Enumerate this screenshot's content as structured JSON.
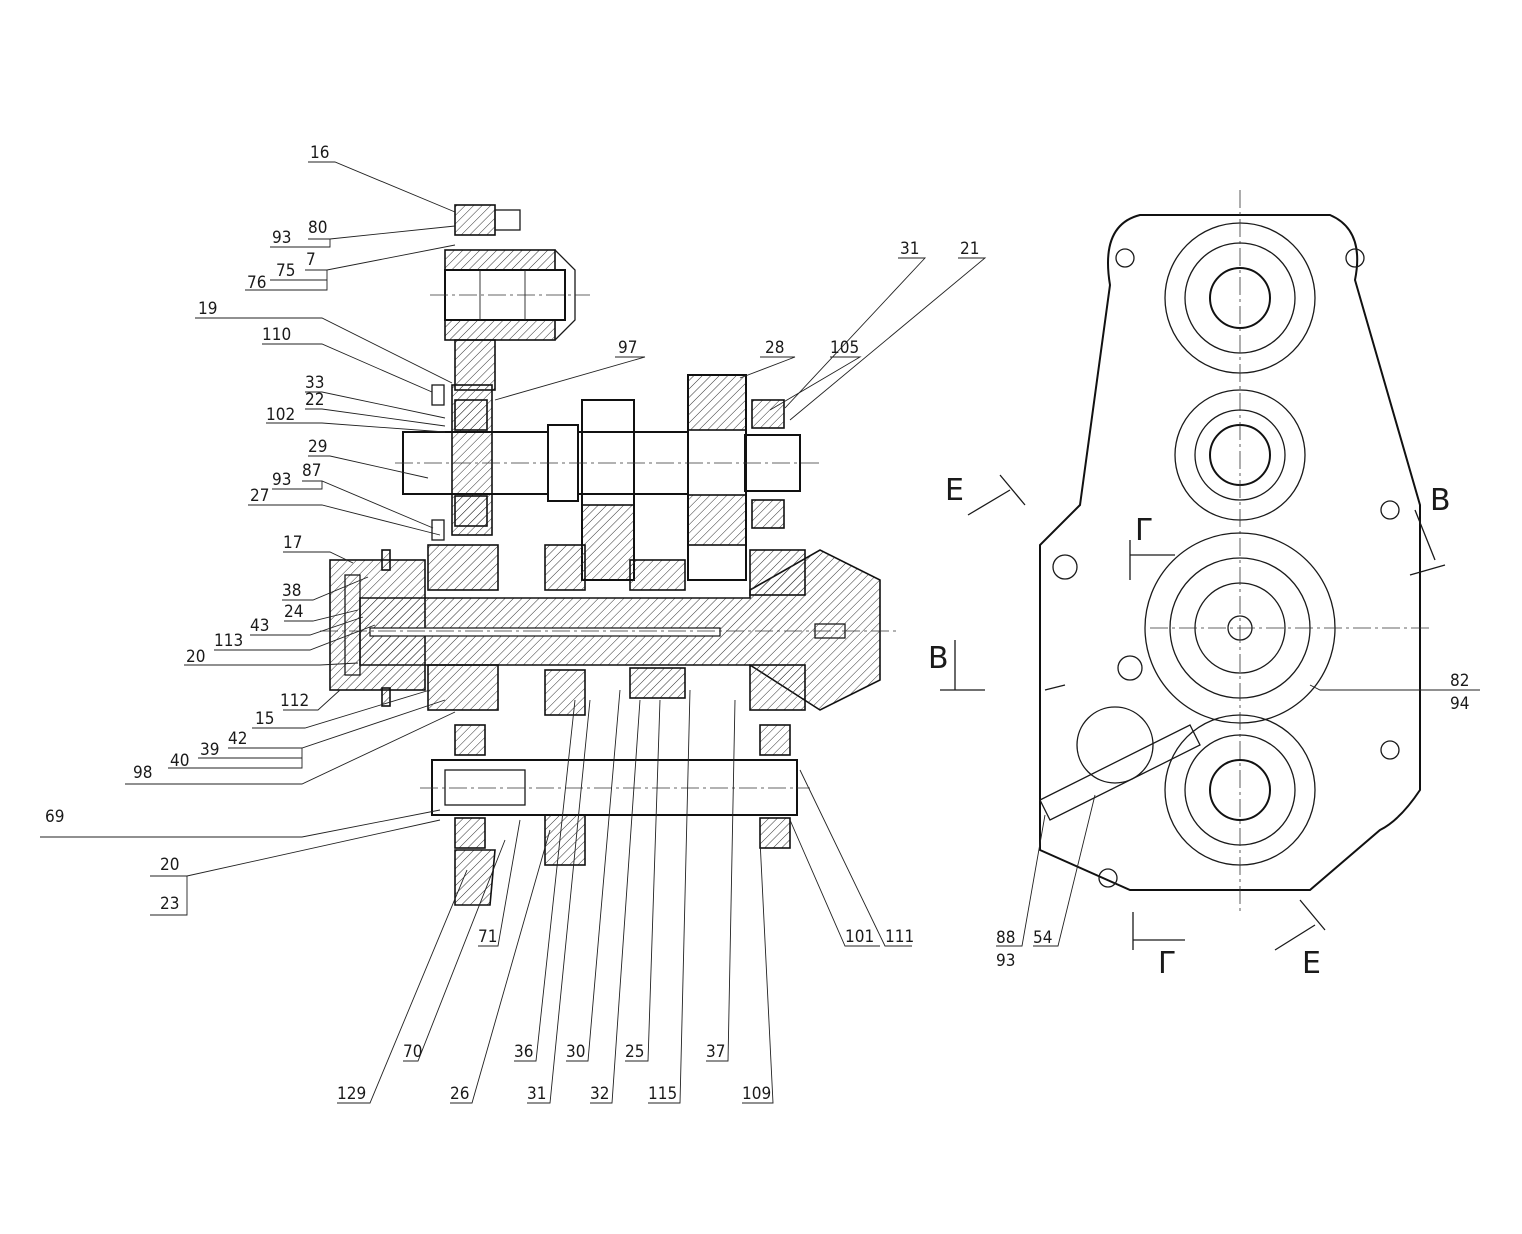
{
  "drawing": {
    "title": "Gearbox assembly drawing",
    "callouts": [
      "16",
      "93",
      "80",
      "7",
      "75",
      "76",
      "19",
      "110",
      "33",
      "22",
      "102",
      "29",
      "93",
      "87",
      "27",
      "17",
      "38",
      "24",
      "43",
      "113",
      "20",
      "112",
      "15",
      "42",
      "39",
      "40",
      "98",
      "69",
      "20",
      "23",
      "31",
      "21",
      "28",
      "105",
      "97",
      "71",
      "70",
      "129",
      "26",
      "36",
      "31",
      "30",
      "32",
      "25",
      "115",
      "37",
      "109",
      "101",
      "111",
      "82",
      "94",
      "88",
      "93",
      "54"
    ],
    "section_marks": [
      "E",
      "B",
      "Г",
      "E",
      "B",
      "Г"
    ]
  }
}
